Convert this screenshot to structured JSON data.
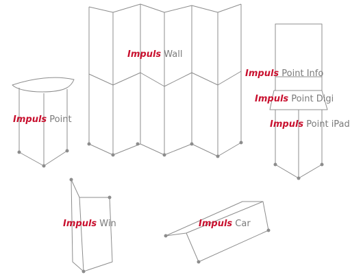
{
  "brand": "Impuls",
  "products": [
    {
      "id": "wall",
      "model": "Wall"
    },
    {
      "id": "point",
      "model": "Point"
    },
    {
      "id": "point-info",
      "model": "Point Info"
    },
    {
      "id": "point-digi",
      "model": "Point Digi"
    },
    {
      "id": "point-ipad",
      "model": "Point iPad"
    },
    {
      "id": "win",
      "model": "Win"
    },
    {
      "id": "car",
      "model": "Car"
    }
  ],
  "colors": {
    "brand": "#c8102e",
    "label": "#7a7a7a",
    "line": "#8c8c8c",
    "background": "#ffffff"
  }
}
